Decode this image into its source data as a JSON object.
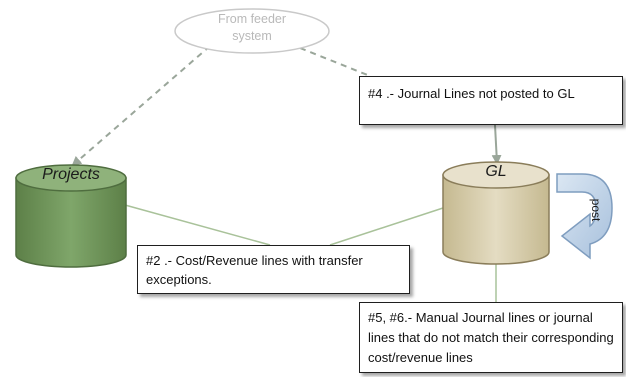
{
  "nodes": {
    "feeder": {
      "label": "From feeder system"
    },
    "projects": {
      "label": "Projects"
    },
    "gl": {
      "label": "GL"
    },
    "post": {
      "label": "post"
    }
  },
  "callouts": {
    "c4": {
      "text": "#4 .- Journal Lines not posted to GL"
    },
    "c2": {
      "text": "#2 .- Cost/Revenue lines with transfer exceptions."
    },
    "c5": {
      "text": "#5, #6.- Manual Journal lines or journal lines that do not match their corresponding cost/revenue lines"
    }
  },
  "colors": {
    "projects_fill": "#72955e",
    "projects_top": "#8fb27b",
    "gl_fill": "#d6ccb0",
    "gl_top": "#e8e1cc",
    "dashed_arrow": "#9aa69a",
    "connector": "#a9c29a",
    "post_arrow": "#bcd0e6"
  }
}
